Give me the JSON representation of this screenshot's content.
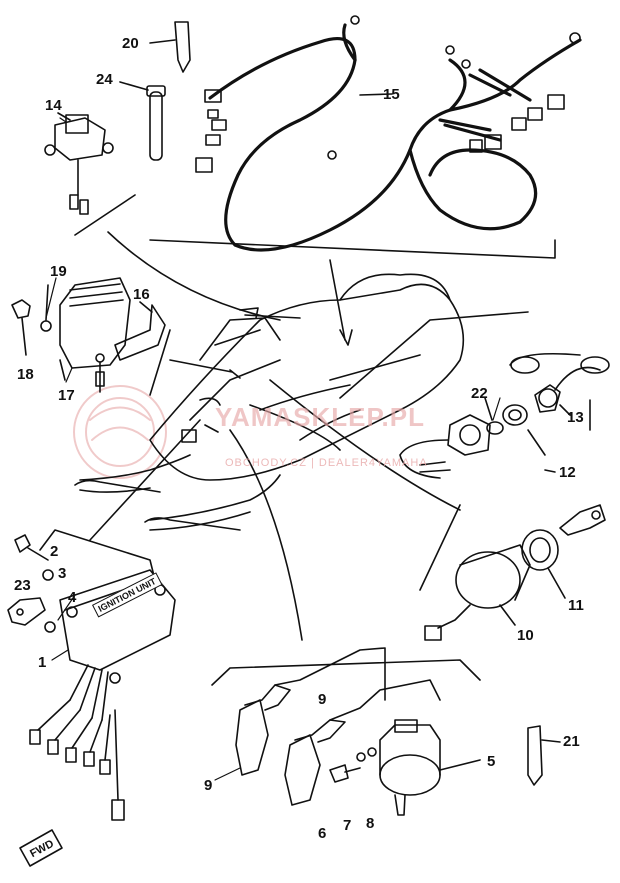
{
  "watermark": {
    "main": "YAMASKLEP.PL",
    "sub": "OBCHODY.CZ | DEALER4YAMAHA"
  },
  "direction_tag": "FWD",
  "unit_label": "IGNITION UNIT",
  "colors": {
    "line": "#111111",
    "watermark": "#e08080"
  },
  "callouts": [
    {
      "id": "label-20",
      "text": "20"
    },
    {
      "id": "label-24",
      "text": "24"
    },
    {
      "id": "label-15",
      "text": "15"
    },
    {
      "id": "label-14",
      "text": "14"
    },
    {
      "id": "label-19",
      "text": "19"
    },
    {
      "id": "label-16",
      "text": "16"
    },
    {
      "id": "label-18",
      "text": "18"
    },
    {
      "id": "label-17",
      "text": "17"
    },
    {
      "id": "label-22",
      "text": "22"
    },
    {
      "id": "label-13",
      "text": "13"
    },
    {
      "id": "label-12",
      "text": "12"
    },
    {
      "id": "label-2",
      "text": "2"
    },
    {
      "id": "label-3",
      "text": "3"
    },
    {
      "id": "label-23",
      "text": "23"
    },
    {
      "id": "label-4",
      "text": "4"
    },
    {
      "id": "label-1",
      "text": "1"
    },
    {
      "id": "label-11",
      "text": "11"
    },
    {
      "id": "label-10",
      "text": "10"
    },
    {
      "id": "label-9a",
      "text": "9"
    },
    {
      "id": "label-9b",
      "text": "9"
    },
    {
      "id": "label-21",
      "text": "21"
    },
    {
      "id": "label-5",
      "text": "5"
    },
    {
      "id": "label-6",
      "text": "6"
    },
    {
      "id": "label-7",
      "text": "7"
    },
    {
      "id": "label-8",
      "text": "8"
    }
  ]
}
